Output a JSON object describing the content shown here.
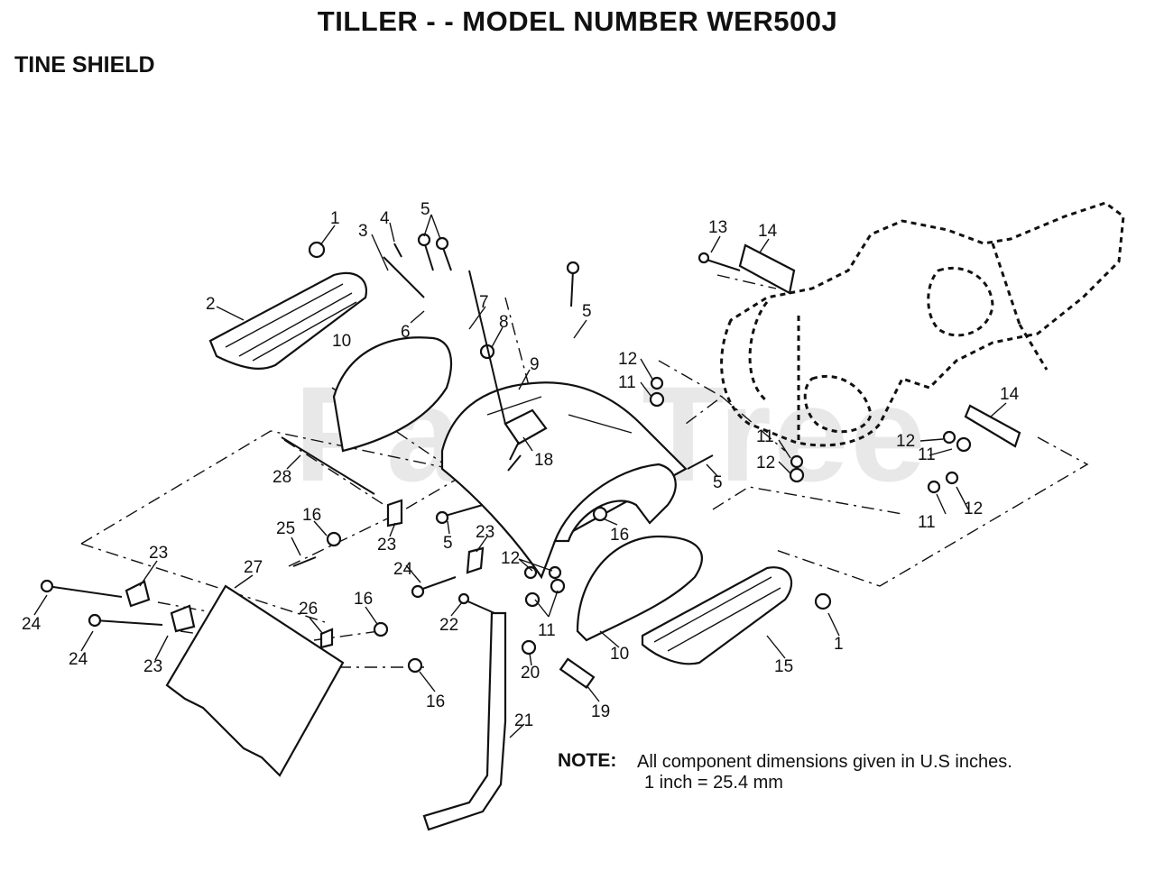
{
  "title": "TILLER - - MODEL NUMBER WER500J",
  "subtitle": "TINE SHIELD",
  "watermark": "PartsTree",
  "note": {
    "label": "NOTE:",
    "line1": "All component dimensions given in U.S  inches.",
    "line2": "1 inch = 25.4 mm"
  },
  "callouts": [
    {
      "label": "1"
    },
    {
      "label": "2"
    },
    {
      "label": "3"
    },
    {
      "label": "4"
    },
    {
      "label": "5"
    },
    {
      "label": "6"
    },
    {
      "label": "7"
    },
    {
      "label": "8"
    },
    {
      "label": "5"
    },
    {
      "label": "10"
    },
    {
      "label": "9"
    },
    {
      "label": "12"
    },
    {
      "label": "11"
    },
    {
      "label": "13"
    },
    {
      "label": "14"
    },
    {
      "label": "14"
    },
    {
      "label": "12"
    },
    {
      "label": "11"
    },
    {
      "label": "12"
    },
    {
      "label": "11"
    },
    {
      "label": "11"
    },
    {
      "label": "12"
    },
    {
      "label": "18"
    },
    {
      "label": "5"
    },
    {
      "label": "28"
    },
    {
      "label": "16"
    },
    {
      "label": "25"
    },
    {
      "label": "23"
    },
    {
      "label": "5"
    },
    {
      "label": "23"
    },
    {
      "label": "16"
    },
    {
      "label": "12"
    },
    {
      "label": "11"
    },
    {
      "label": "24"
    },
    {
      "label": "23"
    },
    {
      "label": "27"
    },
    {
      "label": "24"
    },
    {
      "label": "24"
    },
    {
      "label": "23"
    },
    {
      "label": "26"
    },
    {
      "label": "16"
    },
    {
      "label": "16"
    },
    {
      "label": "22"
    },
    {
      "label": "20"
    },
    {
      "label": "10"
    },
    {
      "label": "1"
    },
    {
      "label": "15"
    },
    {
      "label": "19"
    },
    {
      "label": "21"
    }
  ]
}
